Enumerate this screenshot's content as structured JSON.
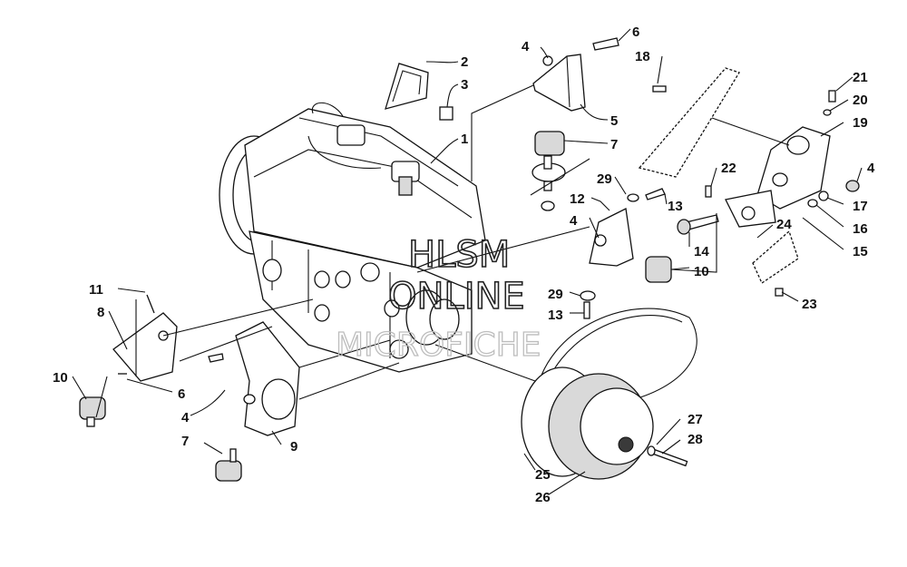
{
  "watermark": {
    "line1": "HLSM",
    "line2": "ONLINE",
    "line3": "MICROFICHE"
  },
  "callouts": {
    "c1": "1",
    "c2": "2",
    "c3": "3",
    "c4a": "4",
    "c4b": "4",
    "c4c": "4",
    "c4d": "4",
    "c5": "5",
    "c6a": "6",
    "c6b": "6",
    "c7a": "7",
    "c7b": "7",
    "c8": "8",
    "c9": "9",
    "c10a": "10",
    "c10b": "10",
    "c11": "11",
    "c12": "12",
    "c13a": "13",
    "c13b": "13",
    "c14": "14",
    "c15": "15",
    "c16": "16",
    "c17": "17",
    "c18": "18",
    "c19": "19",
    "c20": "20",
    "c21": "21",
    "c22": "22",
    "c23": "23",
    "c24": "24",
    "c25": "25",
    "c26": "26",
    "c27": "27",
    "c28": "28",
    "c29a": "29",
    "c29b": "29"
  }
}
